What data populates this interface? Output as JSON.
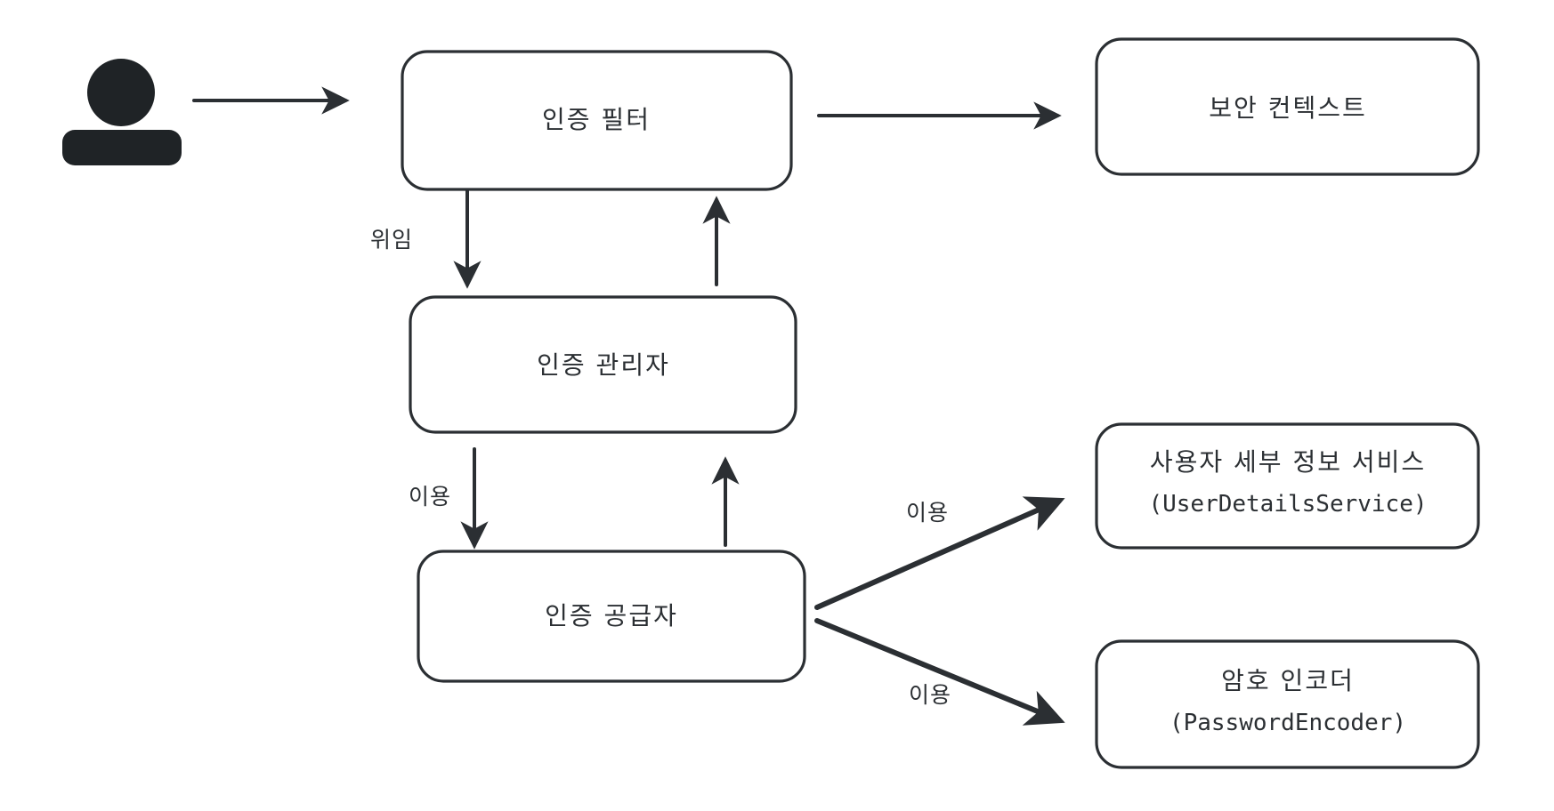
{
  "diagram": {
    "title": "Spring Security Authentication Flow",
    "background_color": "#ffffff",
    "stroke_color": "#2b2f33",
    "actor": {
      "name": "user-actor",
      "icon": "person-icon"
    },
    "nodes": [
      {
        "id": "auth-filter",
        "line1": "인증 필터",
        "line2": ""
      },
      {
        "id": "security-context",
        "line1": "보안 컨텍스트",
        "line2": ""
      },
      {
        "id": "auth-manager",
        "line1": "인증 관리자",
        "line2": ""
      },
      {
        "id": "auth-provider",
        "line1": "인증 공급자",
        "line2": ""
      },
      {
        "id": "user-details-service",
        "line1": "사용자 세부 정보 서비스",
        "line2": "(UserDetailsService)"
      },
      {
        "id": "password-encoder",
        "line1": "암호 인코더",
        "line2": "(PasswordEncoder)"
      }
    ],
    "edges": [
      {
        "id": "user-to-filter",
        "label": ""
      },
      {
        "id": "filter-to-context",
        "label": ""
      },
      {
        "id": "filter-to-manager",
        "label": "위임"
      },
      {
        "id": "manager-to-filter",
        "label": ""
      },
      {
        "id": "manager-to-provider",
        "label": "이용"
      },
      {
        "id": "provider-to-manager",
        "label": ""
      },
      {
        "id": "provider-to-userdetails",
        "label": "이용"
      },
      {
        "id": "provider-to-encoder",
        "label": "이용"
      }
    ]
  }
}
